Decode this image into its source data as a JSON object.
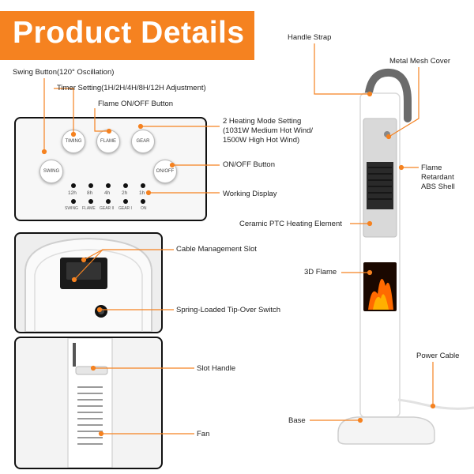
{
  "banner": {
    "title": "Product Details",
    "color": "#f58220"
  },
  "control_panel": {
    "buttons": {
      "timing": "TIMING",
      "flame": "FLAME",
      "gear": "GEAR",
      "swing": "SWING",
      "onoff": "ON/OFF"
    },
    "display": {
      "timers": [
        "12h",
        "8h",
        "4h",
        "2h",
        "1h"
      ],
      "modes": [
        "SWING",
        "FLAME",
        "GEAR II",
        "GEAR I",
        "ON"
      ]
    }
  },
  "labels": {
    "swing_button": "Swing Button(120° Oscillation)",
    "timer_setting": "Timer Setting(1H/2H/4H/8H/12H Adjustment)",
    "flame_button": "Flame ON/OFF Button",
    "heating_mode_1": "2 Heating Mode Setting",
    "heating_mode_2": "(1031W Medium Hot Wind/",
    "heating_mode_3": "1500W High Hot Wind)",
    "onoff_button": "ON/OFF Button",
    "working_display": "Working Display",
    "cable_slot": "Cable Management Slot",
    "tipover": "Spring-Loaded Tip-Over Switch",
    "slot_handle": "Slot Handle",
    "fan": "Fan",
    "handle_strap": "Handle Strap",
    "metal_mesh": "Metal Mesh Cover",
    "flame_shell_1": "Flame",
    "flame_shell_2": "Retardant",
    "flame_shell_3": "ABS Shell",
    "ceramic": "Ceramic PTC Heating Element",
    "flame_3d": "3D Flame",
    "power_cable": "Power Cable",
    "base": "Base"
  },
  "colors": {
    "accent": "#f58220",
    "flame": "#ff6a00"
  }
}
